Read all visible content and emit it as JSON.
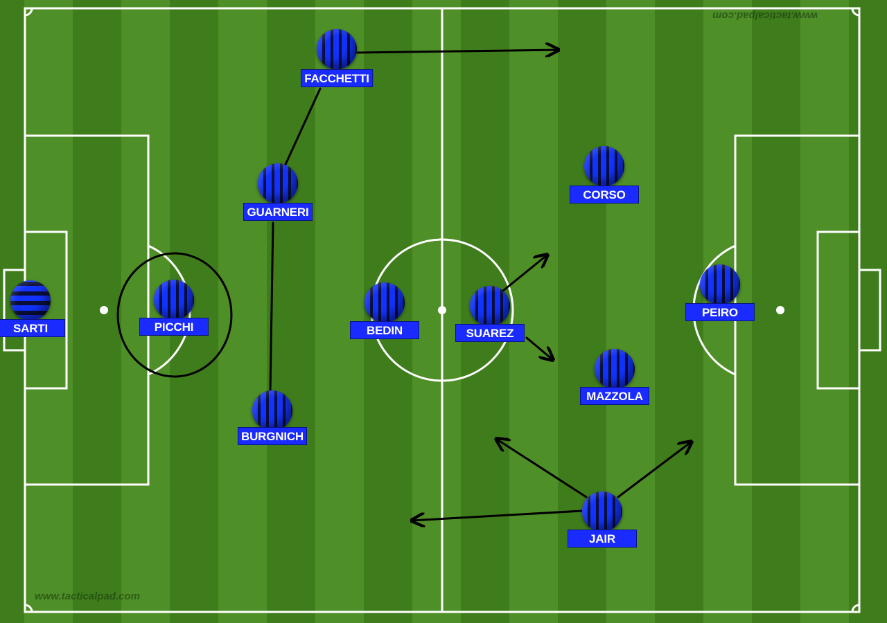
{
  "watermark": {
    "bottom": "www.tacticalpad.com",
    "top_mirrored": "www.tacticalpad.com"
  },
  "colors": {
    "grass_light": "#5a9a2c",
    "grass_dark": "#3f7d1c",
    "line": "#ffffff",
    "shirt_blue": "#1233ff",
    "shirt_dark": "#0a0f3a",
    "label_bg": "#1a2bff"
  },
  "players": [
    {
      "name": "SARTI",
      "role": "goalkeeper"
    },
    {
      "name": "PICCHI",
      "role": "libero"
    },
    {
      "name": "FACCHETTI"
    },
    {
      "name": "GUARNERI"
    },
    {
      "name": "BURGNICH"
    },
    {
      "name": "BEDIN"
    },
    {
      "name": "SUAREZ"
    },
    {
      "name": "CORSO"
    },
    {
      "name": "MAZZOLA"
    },
    {
      "name": "PEIRO"
    },
    {
      "name": "JAIR"
    }
  ]
}
